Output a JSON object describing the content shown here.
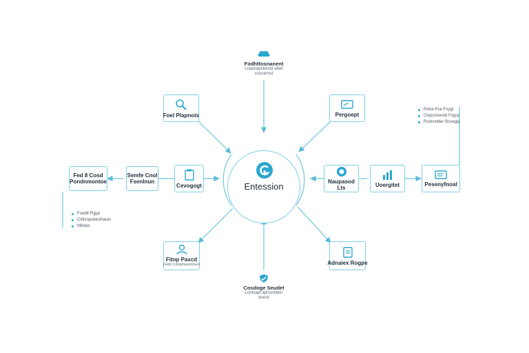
{
  "diagram": {
    "hub": {
      "label": "Entession",
      "icon": "circular-logo-icon"
    },
    "top_node": {
      "title": "Fodhttosnanent",
      "subtitle_lines": [
        "Lnaanapsbestd aitiet",
        "vuscamsd"
      ],
      "icon": "brain-icon"
    },
    "bottom_node": {
      "title": "Cosdoge Seudet",
      "subtitle_lines": [
        "Lontsapt aprosrbiten",
        "onech"
      ],
      "icon": "checkmark-shield-icon"
    },
    "boxes": {
      "upper_left": {
        "label": "Foel Plapnots",
        "icon": "magnifier-icon"
      },
      "upper_right": {
        "label": "Pergoept",
        "icon": "card-icon"
      },
      "lower_left": {
        "label": "Fitnp Paxcd",
        "subtitle": "Fedd Cdopmeostrssrs",
        "icon": "person-icon"
      },
      "lower_right": {
        "label": "Adnaiex Rogpe",
        "icon": "document-icon"
      },
      "left_inner": {
        "label": "Cevogogt",
        "icon": "clipboard-icon"
      },
      "left_middle": {
        "label_lines": [
          "Semfe Cnol",
          "Fsenlnun"
        ]
      },
      "left_outer": {
        "label_lines": [
          "Fed 8 Cosd",
          "Pondnmontoe"
        ]
      },
      "right_inner": {
        "label_lines": [
          "Naupasod",
          "Lts"
        ],
        "icon": "target-icon"
      },
      "right_middle": {
        "label": "Uoergitet",
        "icon": "bar-chart-icon"
      },
      "right_outer": {
        "label": "Pesenyfnoal",
        "icon": "window-icon"
      }
    },
    "left_bullets": [
      "Foedtl Flgyp",
      "Cldtsnpsbeshiauts",
      "Milstes"
    ],
    "right_bullets": [
      "Polse Pse Fsygt",
      "Clopsstsestd Fsgsy",
      "Rsdsnstbe Slsvegip"
    ],
    "colors": {
      "accent": "#2aa7cf",
      "line": "#7fcde3",
      "text": "#1f2d3a"
    }
  }
}
